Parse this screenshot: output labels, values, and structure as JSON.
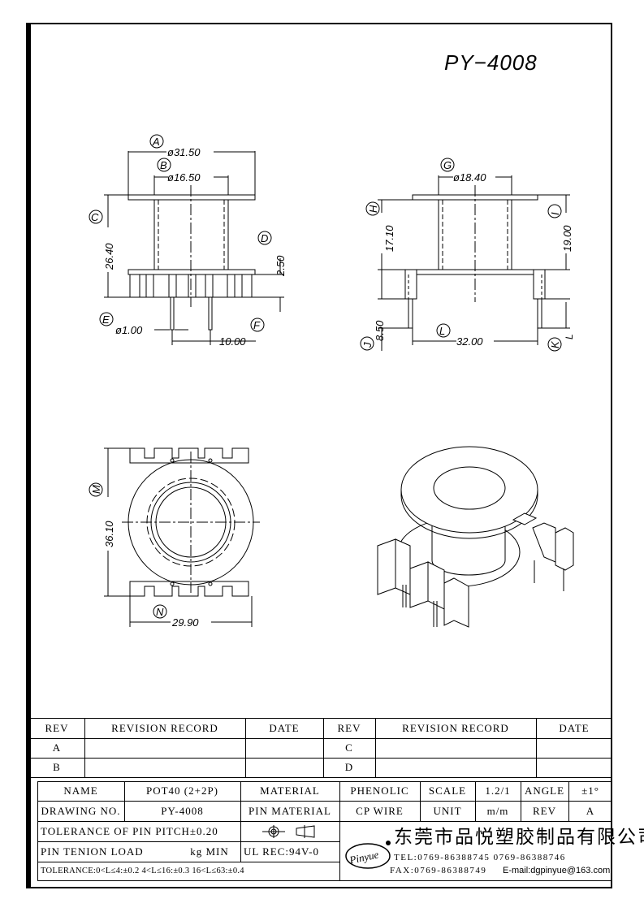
{
  "title": "PY−4008",
  "labels": {
    "A": "A",
    "B": "B",
    "C": "C",
    "D": "D",
    "E": "E",
    "F": "F",
    "G": "G",
    "H": "H",
    "I": "I",
    "J": "J",
    "K": "K",
    "L": "L",
    "M": "M",
    "N": "N",
    "L_small": "L"
  },
  "dims": {
    "A": "ø31.50",
    "B": "ø16.50",
    "C": "26.40",
    "D": "2.50",
    "E": "ø1.00",
    "F": "10.00",
    "G": "ø18.40",
    "H": "17.10",
    "I": "19.00",
    "J": "8.50",
    "L": "32.00",
    "M": "36.10",
    "N": "29.90"
  },
  "revision": {
    "headers": [
      "REV",
      "REVISION RECORD",
      "DATE",
      "REV",
      "REVISION RECORD",
      "DATE"
    ],
    "rows": [
      [
        "A",
        "",
        "",
        "C",
        "",
        ""
      ],
      [
        "B",
        "",
        "",
        "D",
        "",
        ""
      ]
    ]
  },
  "spec": {
    "name_label": "NAME",
    "name_value": "POT40 (2+2P)",
    "material_label": "MATERIAL",
    "material_value": "PHENOLIC",
    "scale_label": "SCALE",
    "scale_value": "1.2/1",
    "angle_label": "ANGLE",
    "angle_value": "±1°",
    "drawing_no_label": "DRAWING NO.",
    "drawing_no_value": "PY-4008",
    "pin_material_label": "PIN MATERIAL",
    "pin_material_value": "CP WIRE",
    "unit_label": "UNIT",
    "unit_value": "m/m",
    "rev_label": "REV",
    "rev_value": "A",
    "pin_pitch": "TOLERANCE OF PIN PITCH±0.20",
    "pin_tension_label": "PIN TENION LOAD",
    "pin_tension_value": "kg MIN",
    "ul": "UL REC:94V-0",
    "tolerance": "TOLERANCE:0<L≤4:±0.2  4<L≤16:±0.3  16<L≤63:±0.4"
  },
  "company": {
    "logo_text": "Pinyue",
    "name": "东莞市品悦塑胶制品有限公司",
    "tel": "TEL:0769-86388745   0769-86388746",
    "fax": "FAX:0769-86388749",
    "email": "E-mail:dgpinyue@163.com"
  }
}
